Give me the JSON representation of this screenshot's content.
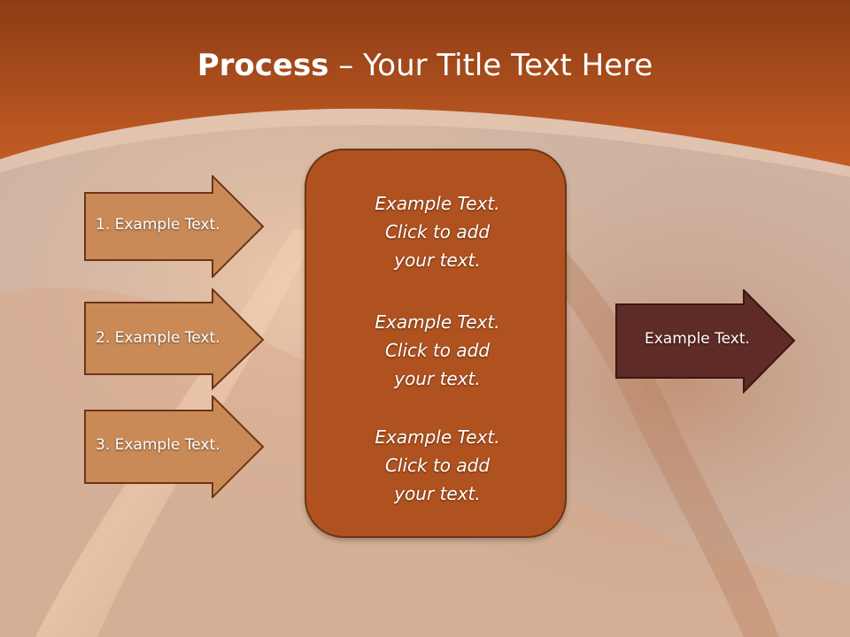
{
  "slide": {
    "title_bold": "Process",
    "title_rest": " – Your Title Text Here"
  },
  "left_arrows": [
    {
      "label": "1. Example Text."
    },
    {
      "label": "2. Example Text."
    },
    {
      "label": "3. Example Text."
    }
  ],
  "center_box": {
    "items": [
      {
        "lines": [
          "Example Text.",
          "Click  to add",
          "your text."
        ]
      },
      {
        "lines": [
          "Example Text.",
          "Click  to add",
          "your text."
        ]
      },
      {
        "lines": [
          "Example Text.",
          "Click  to add",
          "your text."
        ]
      }
    ]
  },
  "right_arrow": {
    "label": "Example Text."
  },
  "colors": {
    "header": "#b4541e",
    "left_arrow_fill": "#c98a58",
    "center_fill": "#b0521f",
    "right_arrow_fill": "#5e2b26",
    "outline": "#6e3415"
  }
}
